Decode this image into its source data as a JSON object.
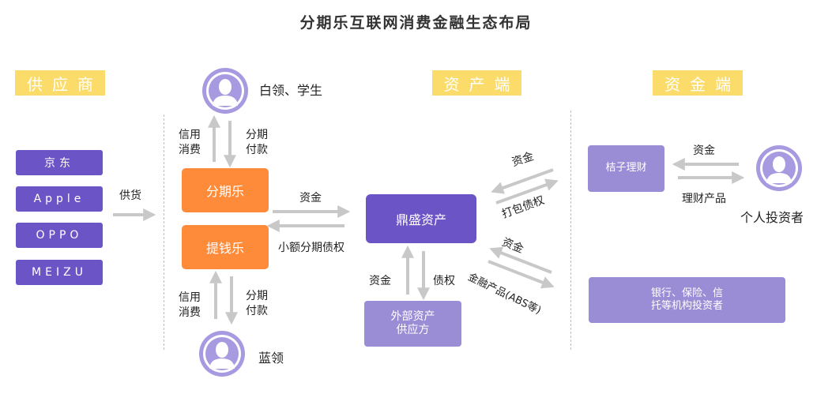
{
  "title": "分期乐互联网消费金融生态布局",
  "sections": {
    "supplier": "供应商",
    "asset": "资产端",
    "capital": "资金端"
  },
  "suppliers": [
    "京东",
    "Apple",
    "OPPO",
    "MEIZU"
  ],
  "labels": {
    "supply": "供货",
    "white_collar": "白领、学生",
    "blue_collar": "蓝领",
    "credit_consume_top": "信用\n消费",
    "installment_pay_top": "分期\n付款",
    "credit_consume_bottom": "信用\n消费",
    "installment_pay_bottom": "分期\n付款",
    "capital_1": "资金",
    "small_installment_claim": "小额分期债权",
    "capital_2": "资金",
    "claim": "债权",
    "capital_3": "资金",
    "packaged_claim": "打包债权",
    "capital_4": "资金",
    "financial_products_abs": "金融产品(ABS等)",
    "capital_5": "资金",
    "wealth_products": "理财产品",
    "individual_investor": "个人投资者"
  },
  "boxes": {
    "fenqile": "分期乐",
    "tiqianle": "提钱乐",
    "dingsheng": "鼎盛资产",
    "external_supplier": "外部资产\n供应方",
    "juzi": "桔子理财",
    "institutions": "银行、保险、信\n托等机构投资者"
  },
  "colors": {
    "purple": "#6b54c6",
    "orange": "#fd8b3a",
    "yellow": "#fbdc6a",
    "lilac": "#9b8cd6",
    "arrow": "#c8c8c8"
  }
}
